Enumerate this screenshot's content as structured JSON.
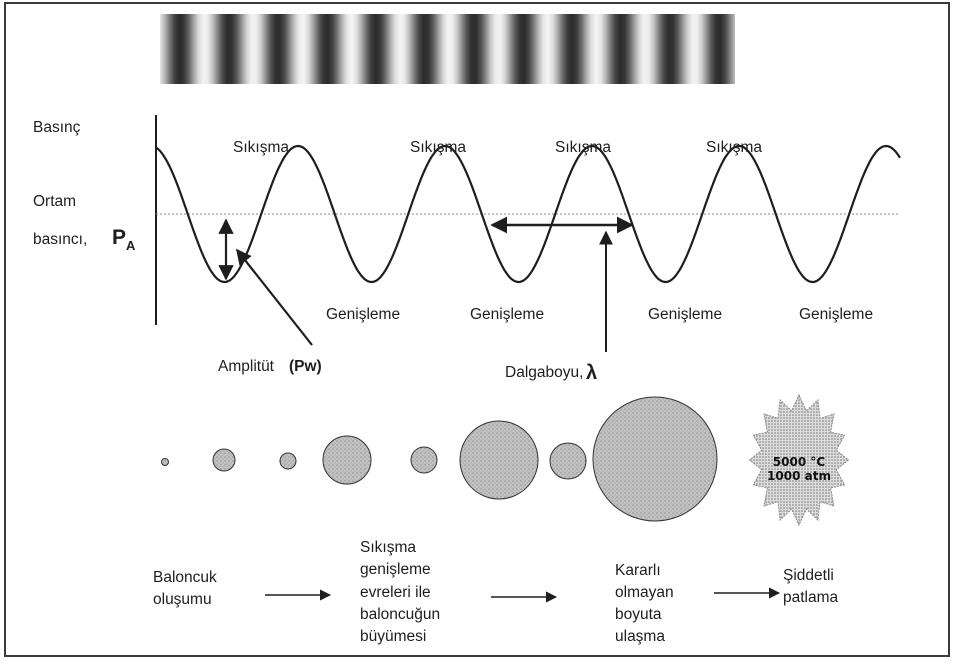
{
  "wave": {
    "pressure_label": "Basınç",
    "ambient_label_line1": "Ortam",
    "ambient_label_line2": "basıncı,",
    "ambient_symbol": "P",
    "ambient_subscript": "A",
    "compression_labels": [
      "Sıkışma",
      "Sıkışma",
      "Sıkışma",
      "Sıkışma"
    ],
    "expansion_labels": [
      "Genişleme",
      "Genişleme",
      "Genişleme",
      "Genişleme"
    ],
    "amplitude_label": "Amplitüt",
    "amplitude_symbol": "(Pw)",
    "wavelength_label": "Dalgaboyu,",
    "wavelength_symbol": "λ"
  },
  "bubbles": {
    "burst_line1": "5000 °C",
    "burst_line2": "1000 atm"
  },
  "stages": [
    [
      "Baloncuk",
      "oluşumu"
    ],
    [
      "Sıkışma",
      "genişleme",
      "evreleri ile",
      "baloncuğun",
      "büyümesi"
    ],
    [
      "Kararlı",
      "olmayan",
      "boyuta",
      "ulaşma"
    ],
    [
      "Şiddetli",
      "patlama"
    ]
  ],
  "colors": {
    "frame": "#3a3a3a",
    "ink": "#1e1e1e",
    "bubble_fill": "#b9b9b9",
    "dotted_line": "#8a8a8a"
  }
}
